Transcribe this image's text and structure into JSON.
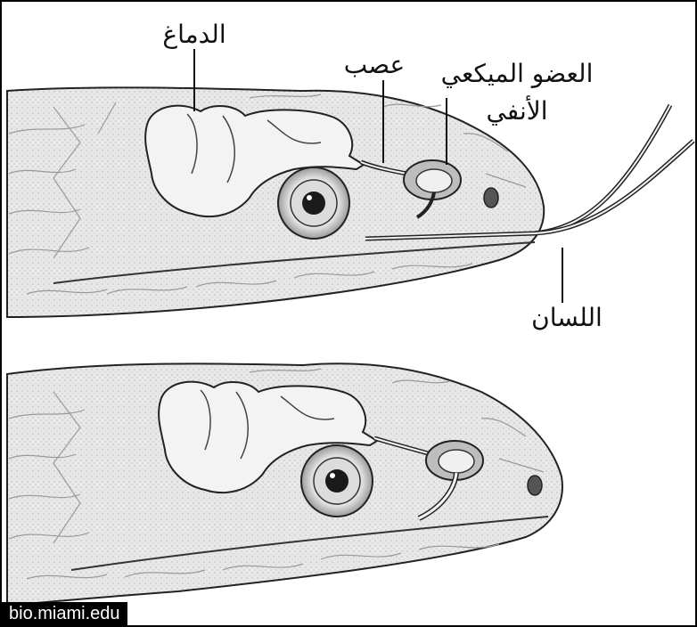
{
  "labels": {
    "brain": "الدماغ",
    "nerve": "عصب",
    "organ_line1": "العضو الميكعي",
    "organ_line2": "الأنفي",
    "tongue": "اللسان"
  },
  "credit": "bio.miami.edu",
  "colors": {
    "stroke": "#222222",
    "head_fill": "#e6e6e6",
    "light_fill": "#f2f2f2",
    "scale_line": "#9a9a9a",
    "credit_bg": "#000000"
  }
}
